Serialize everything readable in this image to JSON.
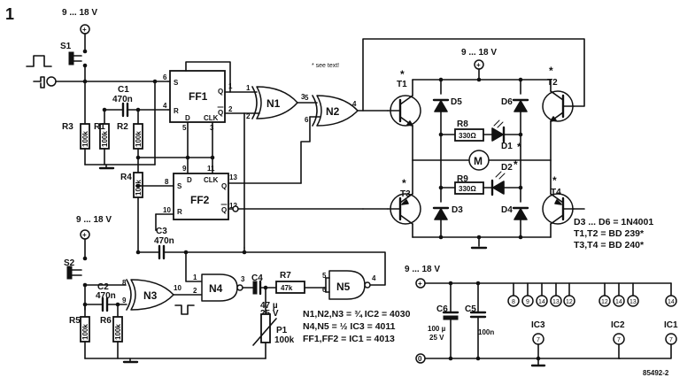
{
  "figure_number": "1",
  "supply": {
    "top_left": "9 ... 18 V",
    "bridge": "9 ... 18 V",
    "mid_left": "9 ... 18 V",
    "ic_supply": "9 ... 18 V"
  },
  "see_text_note": "* see text!",
  "switches": {
    "s1": "S1",
    "s2": "S2"
  },
  "flipflops": {
    "ff1": {
      "name": "FF1",
      "pins": {
        "s": "S",
        "r": "R",
        "d": "D",
        "clk": "CLK",
        "q": "Q",
        "qbar": "Q"
      }
    },
    "ff2": {
      "name": "FF2",
      "pins": {
        "s": "S",
        "r": "R",
        "d": "D",
        "clk": "CLK",
        "q": "Q",
        "qbar": "Q"
      }
    }
  },
  "gates": {
    "n1": "N1",
    "n2": "N2",
    "n3": "N3",
    "n4": "N4",
    "n5": "N5"
  },
  "resistors": {
    "r1": {
      "name": "R1",
      "value": "100k"
    },
    "r2": {
      "name": "R2",
      "value": "100k"
    },
    "r3": {
      "name": "R3",
      "value": "100k"
    },
    "r4": {
      "name": "R4",
      "value": "100k"
    },
    "r5": {
      "name": "R5",
      "value": "100k"
    },
    "r6": {
      "name": "R6",
      "value": "100k"
    },
    "r7": {
      "name": "R7",
      "value": "47k"
    },
    "r8": {
      "name": "R8",
      "value": "330Ω"
    },
    "r9": {
      "name": "R9",
      "value": "330Ω"
    }
  },
  "pot": {
    "name": "P1",
    "value": "100k"
  },
  "capacitors": {
    "c1": {
      "name": "C1",
      "value": "470n"
    },
    "c2": {
      "name": "C2",
      "value": "470n"
    },
    "c3": {
      "name": "C3",
      "value": "470n"
    },
    "c4": {
      "name": "C4",
      "value": "47 µ",
      "voltage": "25 V"
    },
    "c5": {
      "name": "C5",
      "value": "100n"
    },
    "c6": {
      "name": "C6",
      "value": "100 µ",
      "voltage": "25 V"
    }
  },
  "diodes": {
    "d1": "D1",
    "d2": "D2",
    "d3": "D3",
    "d4": "D4",
    "d5": "D5",
    "d6": "D6"
  },
  "transistors": {
    "t1": "T1",
    "t2": "T2",
    "t3": "T3",
    "t4": "T4"
  },
  "motor": "M",
  "parts_notes": {
    "diodes": "D3 ... D6 = 1N4001",
    "t12": "T1,T2 = BD 239*",
    "t34": "T3,T4 = BD 240*"
  },
  "ic_notes": {
    "n123": "N1,N2,N3 = ¾  IC2 = 4030",
    "n45": "N4,N5 = ½ IC3 = 4011",
    "ff": "FF1,FF2 = IC1 = 4013"
  },
  "ic_labels": {
    "ic1": "IC1",
    "ic2": "IC2",
    "ic3": "IC3"
  },
  "ic_pins": {
    "ic3_vdd": [
      "8",
      "9",
      "14",
      "13",
      "12"
    ],
    "ic2_vdd": [
      "12",
      "14",
      "13"
    ],
    "ic1_vdd": [
      "14"
    ],
    "ic3_gnd": "7",
    "ic2_gnd": "7",
    "ic1_gnd": "7"
  },
  "pin_numbers": {
    "ff1_s": "6",
    "ff1_r": "4",
    "ff1_q": "1",
    "ff1_qbar": "2",
    "ff1_d": "5",
    "ff1_clk": "3",
    "ff2_s": "8",
    "ff2_r": "10",
    "ff2_q": "13",
    "ff2_qbar": "12",
    "ff2_d": "9",
    "ff2_clk": "11",
    "n1_in1": "1",
    "n1_in2": "2",
    "n1_out": "3",
    "n2_in1": "5",
    "n2_in2": "6",
    "n2_out": "4",
    "n3_in1": "8",
    "n3_in2": "9",
    "n3_out": "10",
    "n4_in1": "1",
    "n4_in2": "2",
    "n4_out": "3",
    "n5_in1": "5",
    "n5_in2": "6",
    "n5_out": "4",
    "rail_plus": "+",
    "rail_zero": "0"
  },
  "figure_code": "85492-2"
}
